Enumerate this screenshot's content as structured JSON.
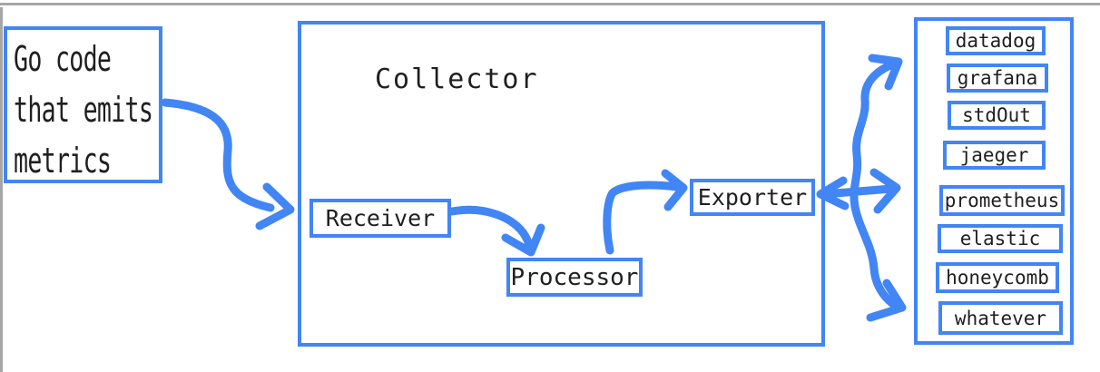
{
  "colors": {
    "accent": "#4285F4",
    "text": "#1f1f1f",
    "frame_gray": "#a6a6a6"
  },
  "source_box": {
    "lines": [
      "Go code",
      "that emits",
      "metrics"
    ]
  },
  "collector": {
    "title": "Collector",
    "stages": [
      {
        "label": "Receiver"
      },
      {
        "label": "Processor"
      },
      {
        "label": "Exporter"
      }
    ]
  },
  "destinations": {
    "items": [
      "datadog",
      "grafana",
      "stdOut",
      "jaeger",
      "prometheus",
      "elastic",
      "honeycomb",
      "whatever"
    ]
  }
}
